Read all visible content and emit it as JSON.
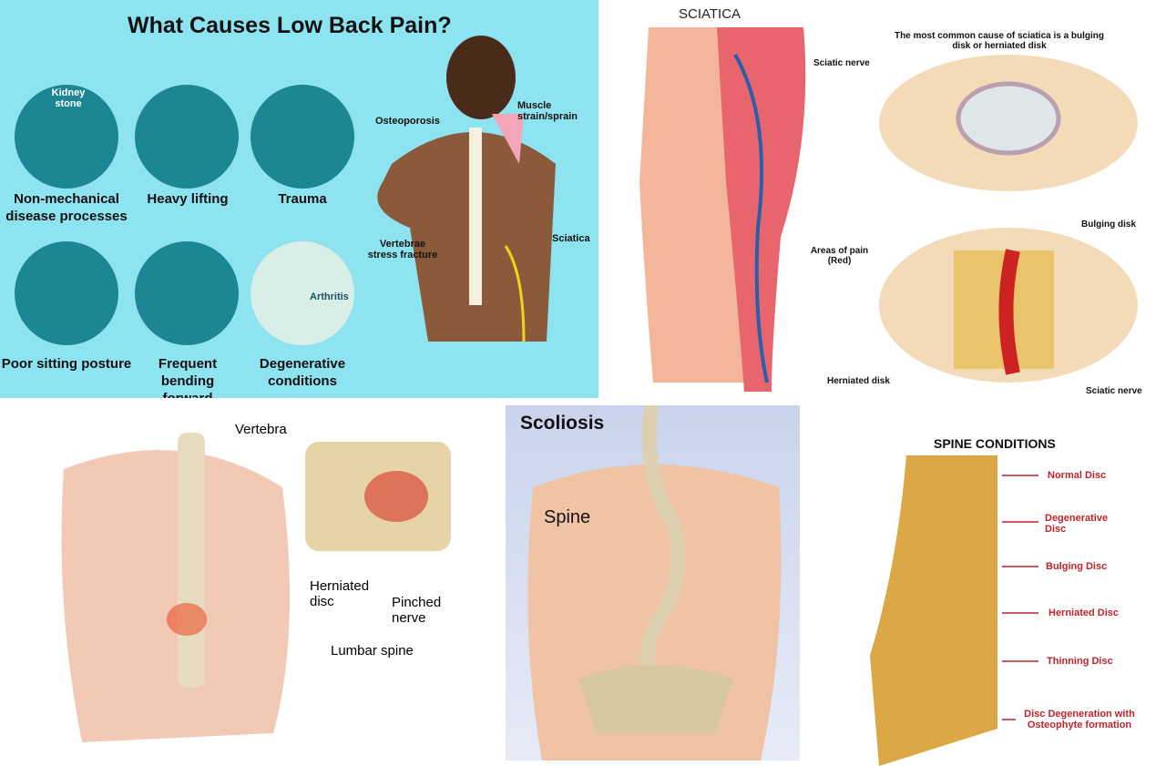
{
  "low_back_pain": {
    "title": "What Causes Low Back Pain?",
    "causes": [
      {
        "label": "Non-mechanical disease processes",
        "inset": "Kidney stone"
      },
      {
        "label": "Heavy lifting"
      },
      {
        "label": "Trauma"
      },
      {
        "label": "Poor sitting posture"
      },
      {
        "label": "Frequent bending forward"
      },
      {
        "label": "Degenerative conditions",
        "inset": "Arthritis"
      }
    ],
    "figure_labels": {
      "osteoporosis": "Osteoporosis",
      "muscle": "Muscle strain/sprain",
      "vertebrae": "Vertebrae stress fracture",
      "sciatica": "Sciatica"
    },
    "colors": {
      "background": "#8ee3f0",
      "circle": "#1d8693"
    }
  },
  "sciatica": {
    "title": "SCIATICA",
    "note": "The most common cause of sciatica is a bulging disk or herniated disk",
    "labels": {
      "sciatic_nerve": "Sciatic nerve",
      "areas_of_pain": "Areas of pain (Red)",
      "bulging_disk": "Bulging disk",
      "herniated_disk": "Herniated disk",
      "sciatic_nerve_2": "Sciatic nerve"
    }
  },
  "lumbar": {
    "labels": {
      "vertebra": "Vertebra",
      "herniated_disc": "Herniated disc",
      "pinched_nerve": "Pinched nerve",
      "lumbar_spine": "Lumbar spine"
    }
  },
  "scoliosis": {
    "title": "Scoliosis",
    "spine_label": "Spine"
  },
  "spine_conditions": {
    "title": "SPINE CONDITIONS",
    "items": [
      "Normal Disc",
      "Degenerative Disc",
      "Bulging Disc",
      "Herniated Disc",
      "Thinning Disc",
      "Disc Degeneration with Osteophyte formation"
    ]
  }
}
